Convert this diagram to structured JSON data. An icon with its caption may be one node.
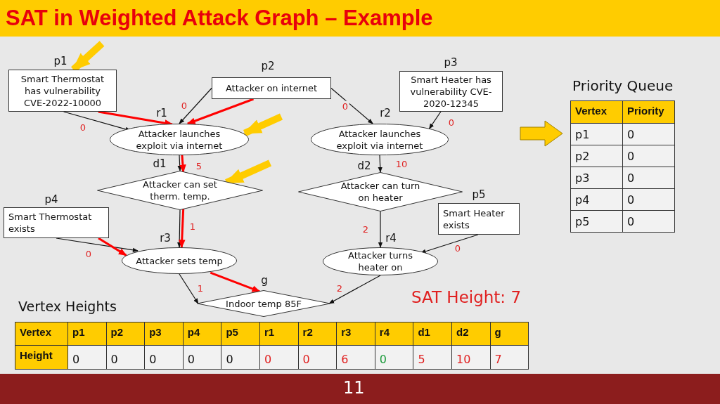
{
  "diagram": {
    "title": "SAT in Weighted Attack Graph – Example",
    "nodes": [
      {
        "text": [
          "Smart Thermostat has vulnerability CVE-2022-10000"
        ],
        "beside": [
          "p1"
        ]
      },
      {
        "text": [
          "Attacker on internet"
        ],
        "beside": [
          "p2"
        ]
      },
      {
        "text": [
          "Smart Heater has vulnerability CVE-2020-12345"
        ],
        "beside": [
          "p3"
        ]
      },
      {
        "text": [
          "Attacker launches exploit via internet"
        ],
        "beside": [
          "r1"
        ]
      },
      {
        "text": [
          "Attacker launches exploit via internet"
        ],
        "beside": [
          "r2"
        ]
      },
      {
        "text": [
          "Attacker can set therm. temp."
        ],
        "beside": [
          "d1"
        ]
      },
      {
        "text": [
          "Attacker can turn on heater"
        ],
        "beside": [
          "d2"
        ]
      },
      {
        "text": [
          "Smart Thermostat exists"
        ],
        "beside": [
          "p4"
        ]
      },
      {
        "text": [
          "Smart Heater exists"
        ],
        "beside": [
          "p5"
        ]
      },
      {
        "text": [
          "Attacker sets temp"
        ],
        "beside": [
          "r3"
        ]
      },
      {
        "text": [
          "Attacker turns heater on"
        ],
        "beside": [
          "r4"
        ]
      },
      {
        "text": [
          "Indoor temp 85F"
        ],
        "beside": [
          "g"
        ]
      }
    ],
    "edges": [
      {
        "from": 0,
        "to": 3,
        "arrow": "to",
        "label": "0"
      },
      {
        "from": 1,
        "to": 3,
        "arrow": "to",
        "label": "0"
      },
      {
        "from": 1,
        "to": 4,
        "arrow": "to",
        "label": "0"
      },
      {
        "from": 2,
        "to": 4,
        "arrow": "to",
        "label": "0"
      },
      {
        "from": 3,
        "to": 5,
        "arrow": "to",
        "label": "5"
      },
      {
        "from": 4,
        "to": 6,
        "arrow": "to",
        "label": "10"
      },
      {
        "from": 5,
        "to": 9,
        "arrow": "to",
        "label": "1"
      },
      {
        "from": 6,
        "to": 10,
        "arrow": "to",
        "label": "2"
      },
      {
        "from": 7,
        "to": 9,
        "arrow": "to",
        "label": "0"
      },
      {
        "from": 8,
        "to": 10,
        "arrow": "to",
        "label": "0"
      },
      {
        "from": 9,
        "to": 11,
        "arrow": "to",
        "label": "1"
      },
      {
        "from": 10,
        "to": 11,
        "arrow": "to",
        "label": "2"
      },
      {
        "from": 0,
        "to": 3,
        "arrow": "to",
        "style": "thick",
        "color": "#ff0000"
      },
      {
        "from": 1,
        "to": 3,
        "arrow": "to",
        "style": "thick",
        "color": "#ff0000"
      },
      {
        "from": 3,
        "to": 5,
        "arrow": "to",
        "style": "thick",
        "color": "#ff0000"
      },
      {
        "from": 5,
        "to": 9,
        "arrow": "to",
        "style": "thick",
        "color": "#ff0000"
      },
      {
        "from": 7,
        "to": 9,
        "arrow": "to",
        "style": "thick",
        "color": "#ff0000"
      },
      {
        "from": 9,
        "to": 11,
        "arrow": "to",
        "style": "thick",
        "color": "#ff0000"
      },
      {
        "from": null,
        "to": 0,
        "arrow": "to",
        "style": "thick",
        "color": "#ffcc00"
      },
      {
        "from": null,
        "to": 3,
        "arrow": "to",
        "style": "thick",
        "color": "#ffcc00"
      },
      {
        "from": null,
        "to": 5,
        "arrow": "to",
        "style": "thick",
        "color": "#ffcc00"
      }
    ],
    "labels": [
      "Priority Queue",
      "Vertex",
      "Priority",
      "p1",
      "0",
      "p2",
      "0",
      "p3",
      "0",
      "p4",
      "0",
      "p5",
      "0",
      "Vertex Heights",
      "Vertex",
      "p1",
      "p2",
      "p3",
      "p4",
      "p5",
      "r1",
      "r2",
      "r3",
      "r4",
      "d1",
      "d2",
      "g",
      "Height",
      "0",
      "0",
      "0",
      "0",
      "0",
      "0",
      "0",
      "6",
      "0",
      "5",
      "10",
      "7",
      "SAT Height: 7",
      "11"
    ]
  }
}
